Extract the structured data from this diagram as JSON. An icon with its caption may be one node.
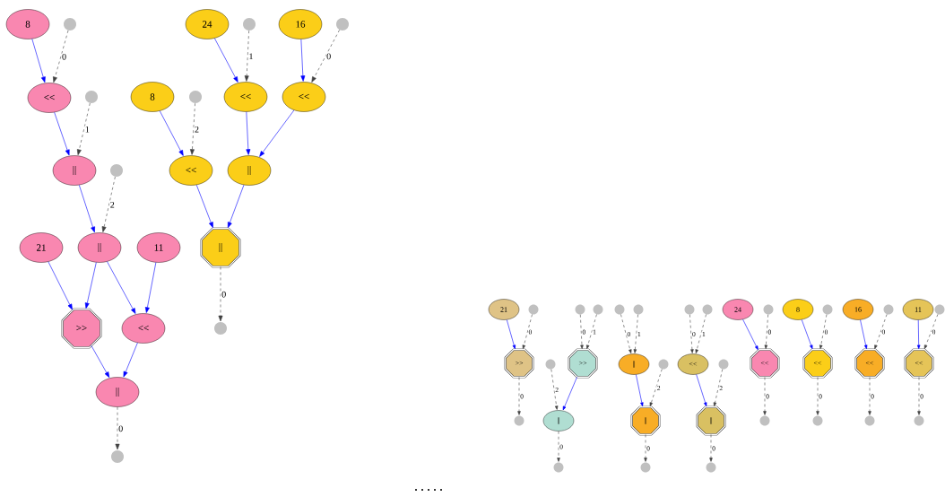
{
  "diagram": {
    "nodes": [
      {
        "text": [
          "8"
        ]
      },
      {
        "text": [],
        "shape": "circle"
      },
      {
        "text": [
          "<<"
        ]
      },
      {
        "text": [],
        "shape": "circle"
      },
      {
        "text": [
          "||"
        ]
      },
      {
        "text": [],
        "shape": "circle"
      },
      {
        "text": [
          "21"
        ]
      },
      {
        "text": [
          "||"
        ]
      },
      {
        "text": [
          "11"
        ]
      },
      {
        "text": [
          ">>"
        ]
      },
      {
        "text": [
          "<<"
        ]
      },
      {
        "text": [
          "||"
        ]
      },
      {
        "text": [],
        "shape": "circle"
      },
      {
        "text": [
          "24"
        ]
      },
      {
        "text": [],
        "shape": "circle"
      },
      {
        "text": [
          "16"
        ]
      },
      {
        "text": [],
        "shape": "circle"
      },
      {
        "text": [
          "8"
        ]
      },
      {
        "text": [],
        "shape": "circle"
      },
      {
        "text": [
          "<<"
        ]
      },
      {
        "text": [
          "<<"
        ]
      },
      {
        "text": [
          "<<"
        ]
      },
      {
        "text": [
          "||"
        ]
      },
      {
        "text": [
          "||"
        ]
      },
      {
        "text": [],
        "shape": "circle"
      },
      {
        "text": [
          "21"
        ]
      },
      {
        "text": [],
        "shape": "circle"
      },
      {
        "text": [
          ">>"
        ]
      },
      {
        "text": [],
        "shape": "circle"
      },
      {
        "text": [],
        "shape": "circle"
      },
      {
        "text": [],
        "shape": "circle"
      },
      {
        "text": [
          ">>"
        ]
      },
      {
        "text": [],
        "shape": "circle"
      },
      {
        "text": [
          "||"
        ]
      },
      {
        "text": [],
        "shape": "circle"
      },
      {
        "text": [],
        "shape": "circle"
      },
      {
        "text": [],
        "shape": "circle"
      },
      {
        "text": [
          "||"
        ]
      },
      {
        "text": [],
        "shape": "circle"
      },
      {
        "text": [
          "||"
        ]
      },
      {
        "text": [],
        "shape": "circle"
      },
      {
        "text": [],
        "shape": "circle"
      },
      {
        "text": [],
        "shape": "circle"
      },
      {
        "text": [
          "<<"
        ]
      },
      {
        "text": [],
        "shape": "circle"
      },
      {
        "text": [
          "||"
        ]
      },
      {
        "text": [],
        "shape": "circle"
      },
      {
        "text": [
          "24"
        ]
      },
      {
        "text": [],
        "shape": "circle"
      },
      {
        "text": [
          "<<"
        ]
      },
      {
        "text": [],
        "shape": "circle"
      },
      {
        "text": [
          "8"
        ]
      },
      {
        "text": [],
        "shape": "circle"
      },
      {
        "text": [
          "<<"
        ]
      },
      {
        "text": [],
        "shape": "circle"
      },
      {
        "text": [
          "16"
        ]
      },
      {
        "text": [],
        "shape": "circle"
      },
      {
        "text": [
          "<<"
        ]
      },
      {
        "text": [],
        "shape": "circle"
      },
      {
        "text": [
          "11"
        ]
      },
      {
        "text": [],
        "shape": "circle"
      },
      {
        "text": [
          "<<"
        ]
      },
      {
        "text": [],
        "shape": "circle"
      }
    ],
    "edges": [
      {
        "from": 0,
        "to": 2,
        "arrow": "to",
        "color": "#0000ff"
      },
      {
        "from": 1,
        "to": 2,
        "arrow": "to",
        "style": "dashed",
        "label": "0"
      },
      {
        "from": 2,
        "to": 4,
        "arrow": "to",
        "color": "#0000ff"
      },
      {
        "from": 3,
        "to": 4,
        "arrow": "to",
        "style": "dashed",
        "label": "1"
      },
      {
        "from": 4,
        "to": 7,
        "arrow": "to",
        "color": "#0000ff"
      },
      {
        "from": 5,
        "to": 7,
        "arrow": "to",
        "style": "dashed",
        "label": "2"
      },
      {
        "from": 6,
        "to": 9,
        "arrow": "to",
        "color": "#0000ff"
      },
      {
        "from": 7,
        "to": 9,
        "arrow": "to",
        "color": "#0000ff"
      },
      {
        "from": 7,
        "to": 10,
        "arrow": "to",
        "color": "#0000ff"
      },
      {
        "from": 8,
        "to": 10,
        "arrow": "to",
        "color": "#0000ff"
      },
      {
        "from": 9,
        "to": 11,
        "arrow": "to",
        "color": "#0000ff"
      },
      {
        "from": 10,
        "to": 11,
        "arrow": "to",
        "color": "#0000ff"
      },
      {
        "from": 11,
        "to": 12,
        "arrow": "to",
        "style": "dashed",
        "label": "0"
      },
      {
        "from": 13,
        "to": 19,
        "arrow": "to",
        "color": "#0000ff"
      },
      {
        "from": 14,
        "to": 19,
        "arrow": "to",
        "style": "dashed",
        "label": "1"
      },
      {
        "from": 15,
        "to": 20,
        "arrow": "to",
        "color": "#0000ff"
      },
      {
        "from": 16,
        "to": 20,
        "arrow": "to",
        "style": "dashed",
        "label": "0"
      },
      {
        "from": 17,
        "to": 21,
        "arrow": "to",
        "color": "#0000ff"
      },
      {
        "from": 18,
        "to": 21,
        "arrow": "to",
        "style": "dashed",
        "label": "2"
      },
      {
        "from": 19,
        "to": 22,
        "arrow": "to",
        "color": "#0000ff"
      },
      {
        "from": 20,
        "to": 22,
        "arrow": "to",
        "color": "#0000ff"
      },
      {
        "from": 21,
        "to": 23,
        "arrow": "to",
        "color": "#0000ff"
      },
      {
        "from": 22,
        "to": 23,
        "arrow": "to",
        "color": "#0000ff"
      },
      {
        "from": 23,
        "to": 24,
        "arrow": "to",
        "style": "dashed",
        "label": "0"
      },
      {
        "from": 25,
        "to": 27,
        "arrow": "to",
        "color": "#0000ff"
      },
      {
        "from": 26,
        "to": 27,
        "arrow": "to",
        "style": "dashed",
        "label": "0"
      },
      {
        "from": 27,
        "to": 28,
        "arrow": "to",
        "style": "dashed",
        "label": "0"
      },
      {
        "from": 29,
        "to": 31,
        "arrow": "to",
        "style": "dashed",
        "label": "0"
      },
      {
        "from": 30,
        "to": 31,
        "arrow": "to",
        "style": "dashed",
        "label": "1"
      },
      {
        "from": 31,
        "to": 33,
        "arrow": "to",
        "color": "#0000ff"
      },
      {
        "from": 32,
        "to": 33,
        "arrow": "to",
        "style": "dashed",
        "label": "2"
      },
      {
        "from": 33,
        "to": 34,
        "arrow": "to",
        "style": "dashed",
        "label": "0"
      },
      {
        "from": 35,
        "to": 37,
        "arrow": "to",
        "style": "dashed",
        "label": "0"
      },
      {
        "from": 36,
        "to": 37,
        "arrow": "to",
        "style": "dashed",
        "label": "1"
      },
      {
        "from": 37,
        "to": 39,
        "arrow": "to",
        "color": "#0000ff"
      },
      {
        "from": 38,
        "to": 39,
        "arrow": "to",
        "style": "dashed",
        "label": "2"
      },
      {
        "from": 39,
        "to": 40,
        "arrow": "to",
        "style": "dashed",
        "label": "0"
      },
      {
        "from": 41,
        "to": 43,
        "arrow": "to",
        "style": "dashed",
        "label": "0"
      },
      {
        "from": 42,
        "to": 43,
        "arrow": "to",
        "style": "dashed",
        "label": "1"
      },
      {
        "from": 43,
        "to": 45,
        "arrow": "to",
        "color": "#0000ff"
      },
      {
        "from": 44,
        "to": 45,
        "arrow": "to",
        "style": "dashed",
        "label": "2"
      },
      {
        "from": 45,
        "to": 46,
        "arrow": "to",
        "style": "dashed",
        "label": "0"
      },
      {
        "from": 47,
        "to": 49,
        "arrow": "to",
        "color": "#0000ff"
      },
      {
        "from": 48,
        "to": 49,
        "arrow": "to",
        "style": "dashed",
        "label": "0"
      },
      {
        "from": 49,
        "to": 50,
        "arrow": "to",
        "style": "dashed",
        "label": "0"
      },
      {
        "from": 51,
        "to": 53,
        "arrow": "to",
        "color": "#0000ff"
      },
      {
        "from": 52,
        "to": 53,
        "arrow": "to",
        "style": "dashed",
        "label": "0"
      },
      {
        "from": 53,
        "to": 54,
        "arrow": "to",
        "style": "dashed",
        "label": "0"
      },
      {
        "from": 55,
        "to": 57,
        "arrow": "to",
        "color": "#0000ff"
      },
      {
        "from": 56,
        "to": 57,
        "arrow": "to",
        "style": "dashed",
        "label": "0"
      },
      {
        "from": 57,
        "to": 58,
        "arrow": "to",
        "style": "dashed",
        "label": "0"
      },
      {
        "from": 59,
        "to": 61,
        "arrow": "to",
        "color": "#0000ff"
      },
      {
        "from": 60,
        "to": 61,
        "arrow": "to",
        "style": "dashed",
        "label": "0"
      },
      {
        "from": 61,
        "to": 62,
        "arrow": "to",
        "style": "dashed",
        "label": "0"
      }
    ],
    "labels": [
      ". . . . ."
    ]
  }
}
